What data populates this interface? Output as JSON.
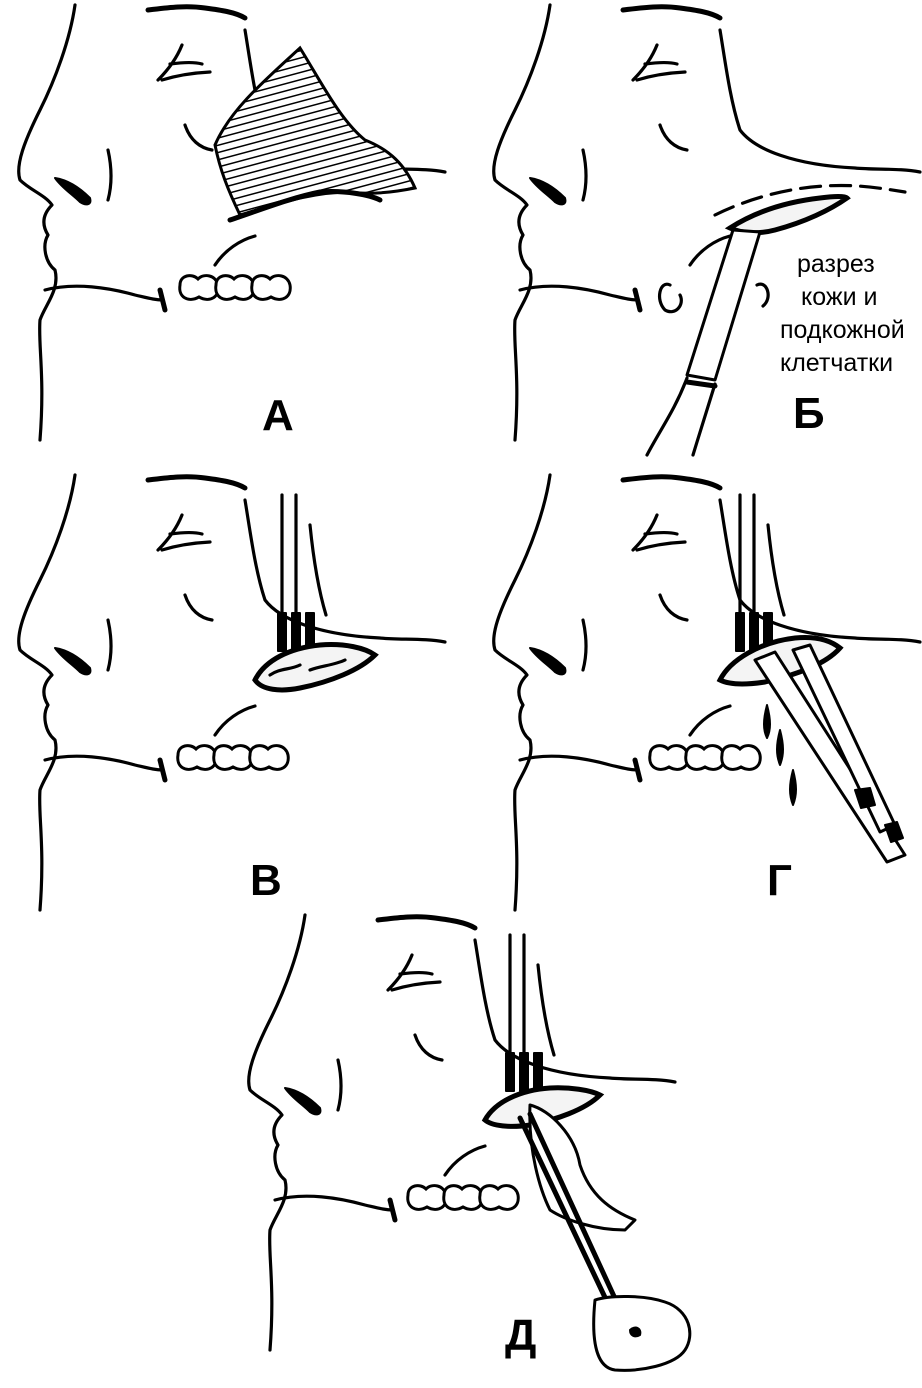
{
  "panels": [
    {
      "id": "A",
      "label": "А"
    },
    {
      "id": "B",
      "label": "Б",
      "caption_lines": [
        "разрез",
        "кожи и",
        "подкожной",
        "клетчатки"
      ]
    },
    {
      "id": "V",
      "label": "В"
    },
    {
      "id": "G",
      "label": "Г"
    },
    {
      "id": "D",
      "label": "Д"
    }
  ],
  "colors": {
    "ink": "#000000",
    "paper": "#ffffff"
  }
}
